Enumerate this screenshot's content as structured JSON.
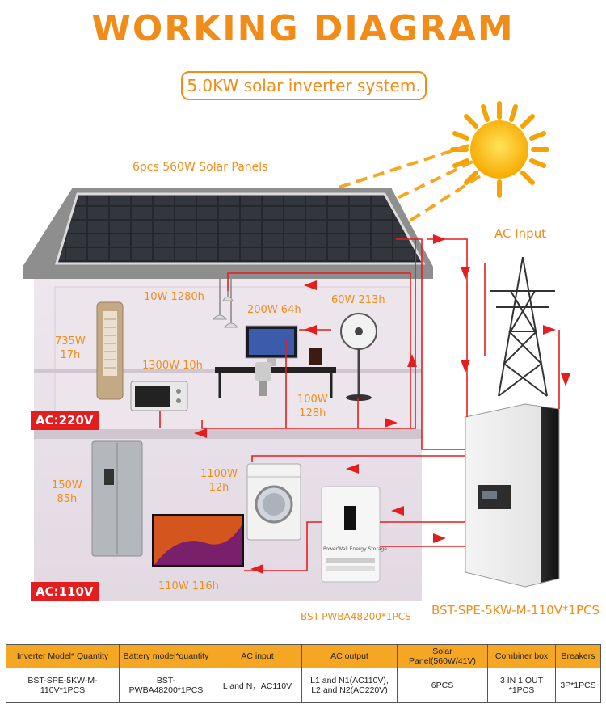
{
  "title": "WORKING DIAGRAM",
  "subtitle": "5.0KW solar inverter system.",
  "labels": {
    "solar_panels": "6pcs 560W Solar Panels",
    "ac_input": "AC Input",
    "light": "10W 1280h",
    "computer": "200W 64h",
    "fan": "60W 213h",
    "air_conditioner": "735W\n17h",
    "microwave": "1300W 10h",
    "speaker": "100W\n128h",
    "washer": "1100W\n12h",
    "fridge": "150W\n85h",
    "tv": "110W 116h",
    "battery_model": "BST-PWBA48200*1PCS",
    "inverter_model": "BST-SPE-5KW-M-110V*1PCS",
    "ac220": "AC:220V",
    "ac110": "AC:110V",
    "battery_brand": "PowerWall Energy Storage"
  },
  "colors": {
    "accent": "#f28c18",
    "arrow": "#e41e1e",
    "house_wall": "#eae2ea",
    "roof": "#8c8c8c",
    "panel": "#2b2b30"
  },
  "table": {
    "headers": [
      "Inverter Model* Quantity",
      "Battery model*quantity",
      "AC input",
      "AC output",
      "Solar Panel(560W/41V)",
      "Combiner box",
      "Breakers"
    ],
    "rows": [
      [
        "BST-SPE-5KW-M-110V*1PCS",
        "BST-PWBA48200*1PCS",
        "L and N，AC110V",
        "L1 and N1(AC110V),\nL2 and N2(AC220V)",
        "6PCS",
        "3 IN 1 OUT *1PCS",
        "3P*1PCS"
      ]
    ]
  }
}
